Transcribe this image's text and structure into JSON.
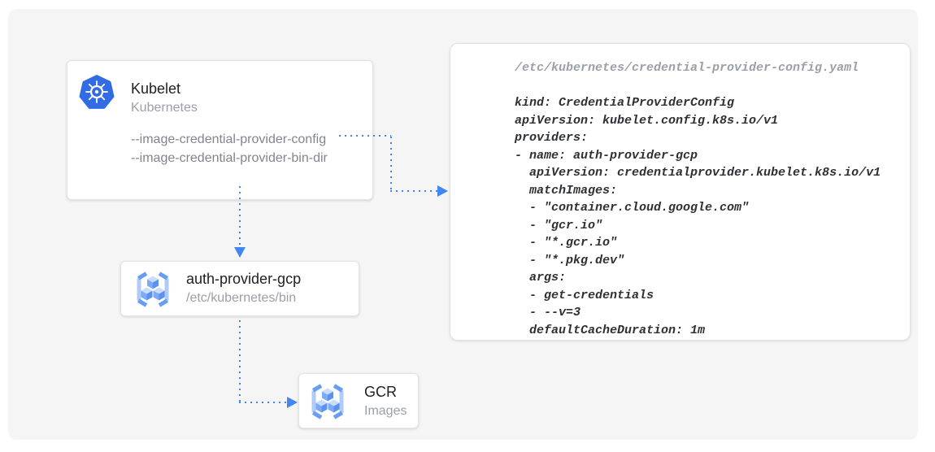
{
  "diagram": {
    "nodes": {
      "kubelet": {
        "title": "Kubelet",
        "subtitle": "Kubernetes",
        "icon": "kubernetes-icon",
        "flags": [
          "--image-credential-provider-config",
          "--image-credential-provider-bin-dir"
        ]
      },
      "auth_provider": {
        "title": "auth-provider-gcp",
        "subtitle": "/etc/kubernetes/bin",
        "icon": "gcr-icon"
      },
      "gcr": {
        "title": "GCR",
        "subtitle": "Images",
        "icon": "gcr-icon"
      }
    },
    "connections": [
      {
        "from": "kubelet-flag-config",
        "to": "config-yaml-panel",
        "style": "dotted-arrow"
      },
      {
        "from": "kubelet",
        "to": "auth_provider",
        "style": "dotted-arrow"
      },
      {
        "from": "auth_provider",
        "to": "gcr",
        "style": "dotted-arrow"
      }
    ],
    "code_panel": {
      "filename": "/etc/kubernetes/credential-provider-config.yaml",
      "lines": [
        "kind: CredentialProviderConfig",
        "apiVersion: kubelet.config.k8s.io/v1",
        "providers:",
        "- name: auth-provider-gcp",
        "  apiVersion: credentialprovider.kubelet.k8s.io/v1",
        "  matchImages:",
        "  - \"container.cloud.google.com\"",
        "  - \"gcr.io\"",
        "  - \"*.gcr.io\"",
        "  - \"*.pkg.dev\"",
        "  args:",
        "  - get-credentials",
        "  - --v=3",
        "  defaultCacheDuration: 1m"
      ]
    }
  },
  "colors": {
    "connector_blue": "#4285f4",
    "kubernetes_blue": "#326ce5",
    "icon_light_blue": "#aecbfa",
    "icon_mid_blue": "#669df6",
    "canvas_bg": "#f5f5f6",
    "card_bg": "#ffffff",
    "title_text": "#212121",
    "muted_text": "#80868b",
    "code_text": "#2e3134",
    "code_filename_text": "#9aa0a6"
  }
}
